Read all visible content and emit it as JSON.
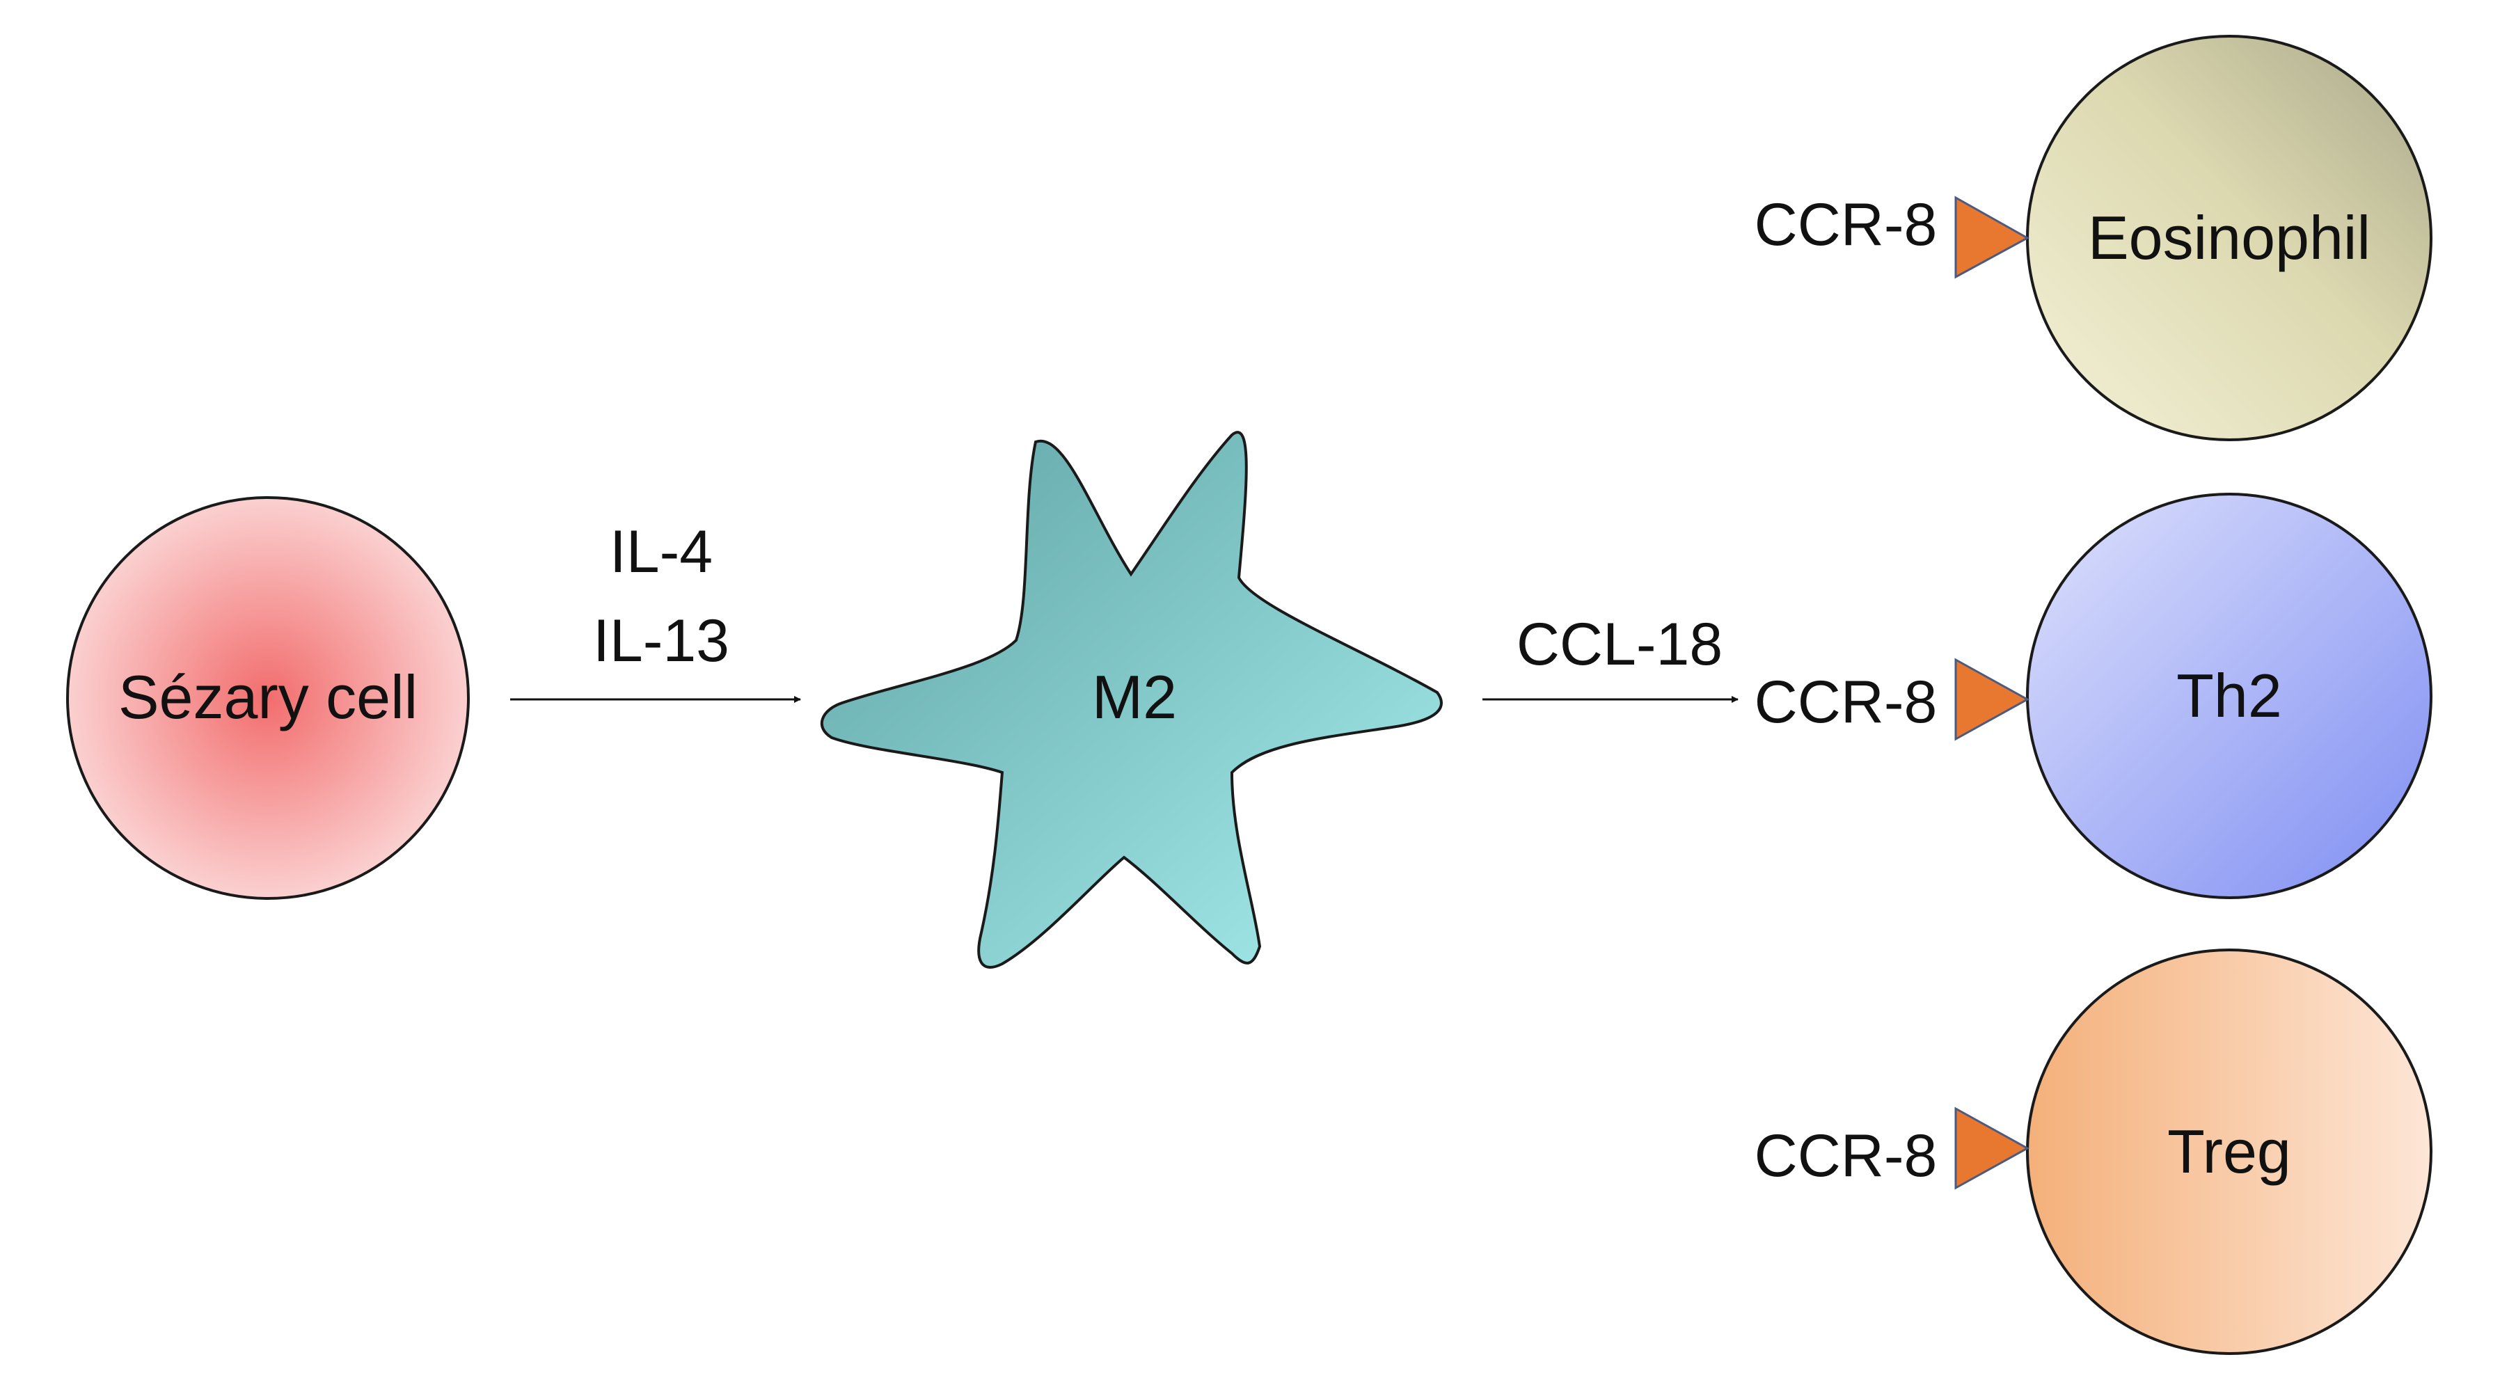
{
  "cells": {
    "sezary": {
      "label": "Sézary cell",
      "color": "#f48a8a"
    },
    "m2": {
      "label": "M2",
      "color": "#7fc8c9"
    },
    "eosinophil": {
      "label": "Eosinophil",
      "color": "#dedbb5"
    },
    "th2": {
      "label": "Th2",
      "color": "#aab4f4"
    },
    "treg": {
      "label": "Treg",
      "color": "#f7c49a"
    }
  },
  "signals": {
    "il4": "IL-4",
    "il13": "IL-13",
    "ccl18": "CCL-18"
  },
  "receptors": {
    "eosinophil": "CCR-8",
    "th2": "CCR-8",
    "treg": "CCR-8",
    "color": "#e8782f"
  }
}
